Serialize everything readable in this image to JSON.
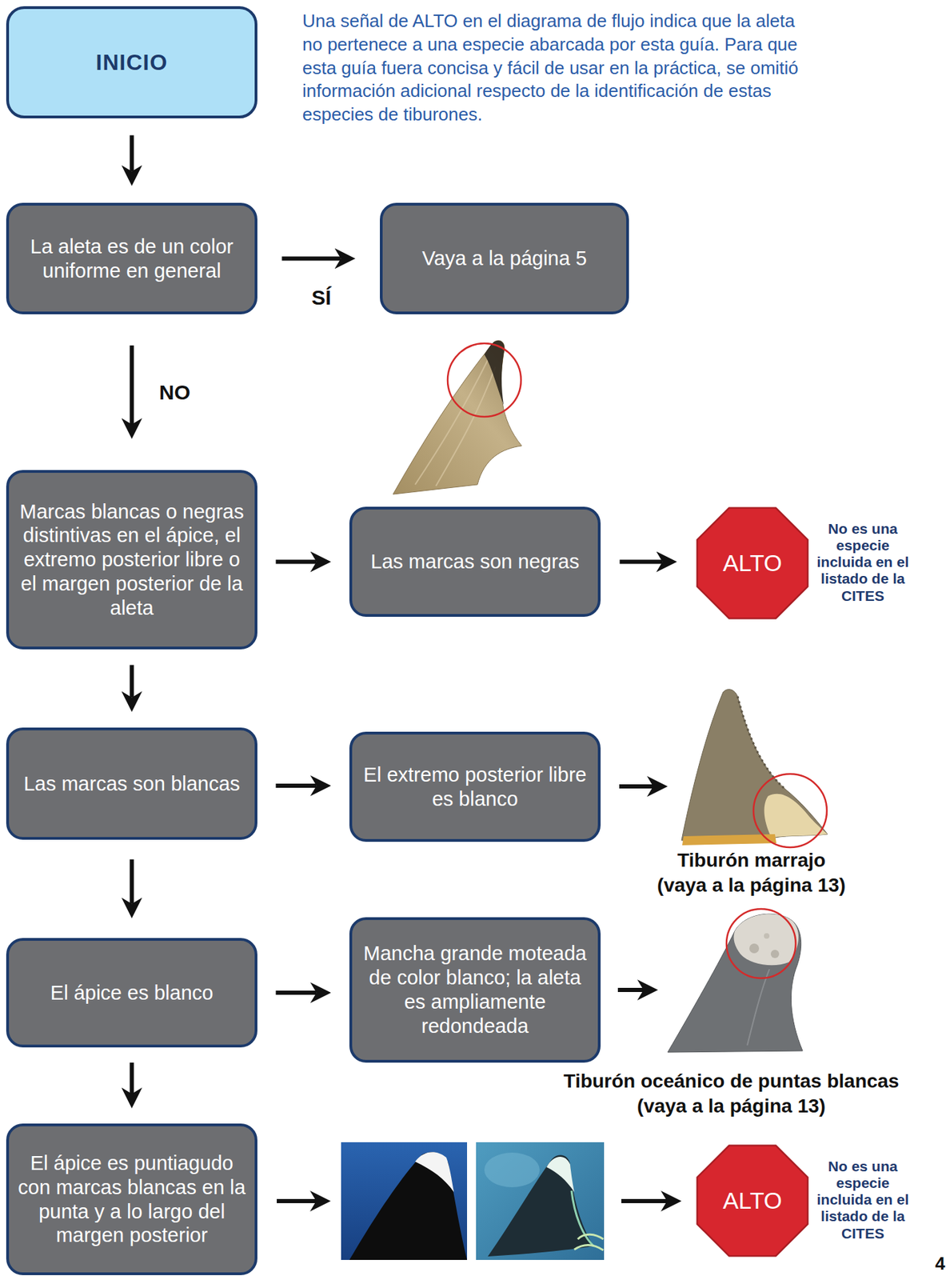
{
  "diagram": {
    "nodes": [
      {
        "text": [
          "INICIO"
        ]
      },
      {
        "text": [
          "La aleta es de un color uniforme en general"
        ]
      },
      {
        "text": [
          "Vaya a la página 5"
        ]
      },
      {
        "text": [
          "Marcas blancas o negras distintivas en el ápice, el extremo posterior libre o el margen posterior de la aleta"
        ]
      },
      {
        "text": [
          "Las marcas son negras"
        ]
      },
      {
        "text": [
          "ALTO"
        ]
      },
      {
        "text": [
          "Las marcas son blancas"
        ]
      },
      {
        "text": [
          "El extremo posterior libre es blanco"
        ]
      },
      {
        "text": [
          "El ápice es blanco"
        ]
      },
      {
        "text": [
          "Mancha grande moteada de color blanco; la aleta es ampliamente redondeada"
        ]
      },
      {
        "text": [
          "El ápice es puntiagudo con marcas blancas en la punta y a lo largo del margen posterior"
        ]
      },
      {
        "text": [
          "ALTO"
        ]
      }
    ],
    "edges": [
      {
        "from": 0,
        "to": 1,
        "arrow": "to"
      },
      {
        "from": 1,
        "to": 2,
        "label": "SÍ",
        "arrow": "to"
      },
      {
        "from": 1,
        "to": 3,
        "label": "NO",
        "arrow": "to"
      },
      {
        "from": 3,
        "to": 4,
        "arrow": "to"
      },
      {
        "from": 4,
        "to": 5,
        "arrow": "to"
      },
      {
        "from": 3,
        "to": 6,
        "arrow": "to"
      },
      {
        "from": 6,
        "to": 7,
        "arrow": "to"
      },
      {
        "from": 6,
        "to": 8,
        "arrow": "to"
      },
      {
        "from": 8,
        "to": 9,
        "arrow": "to"
      },
      {
        "from": 8,
        "to": 10,
        "arrow": "to"
      }
    ],
    "labels": [
      "Una señal de ALTO en el diagrama de flujo indica que la aleta no pertenece a una especie abarcada por esta guía. Para que esta guía fuera concisa y fácil de usar en la práctica, se omitió información adicional respecto de la identificación de estas especies de tiburones.",
      "No es una especie incluida en el listado de la CITES",
      "Tiburón marrajo",
      "(vaya a la página 13)",
      "Tiburón oceánico de puntas blancas",
      "(vaya a la página 13)",
      "No es una especie incluida en el listado de la CITES",
      "4"
    ]
  }
}
